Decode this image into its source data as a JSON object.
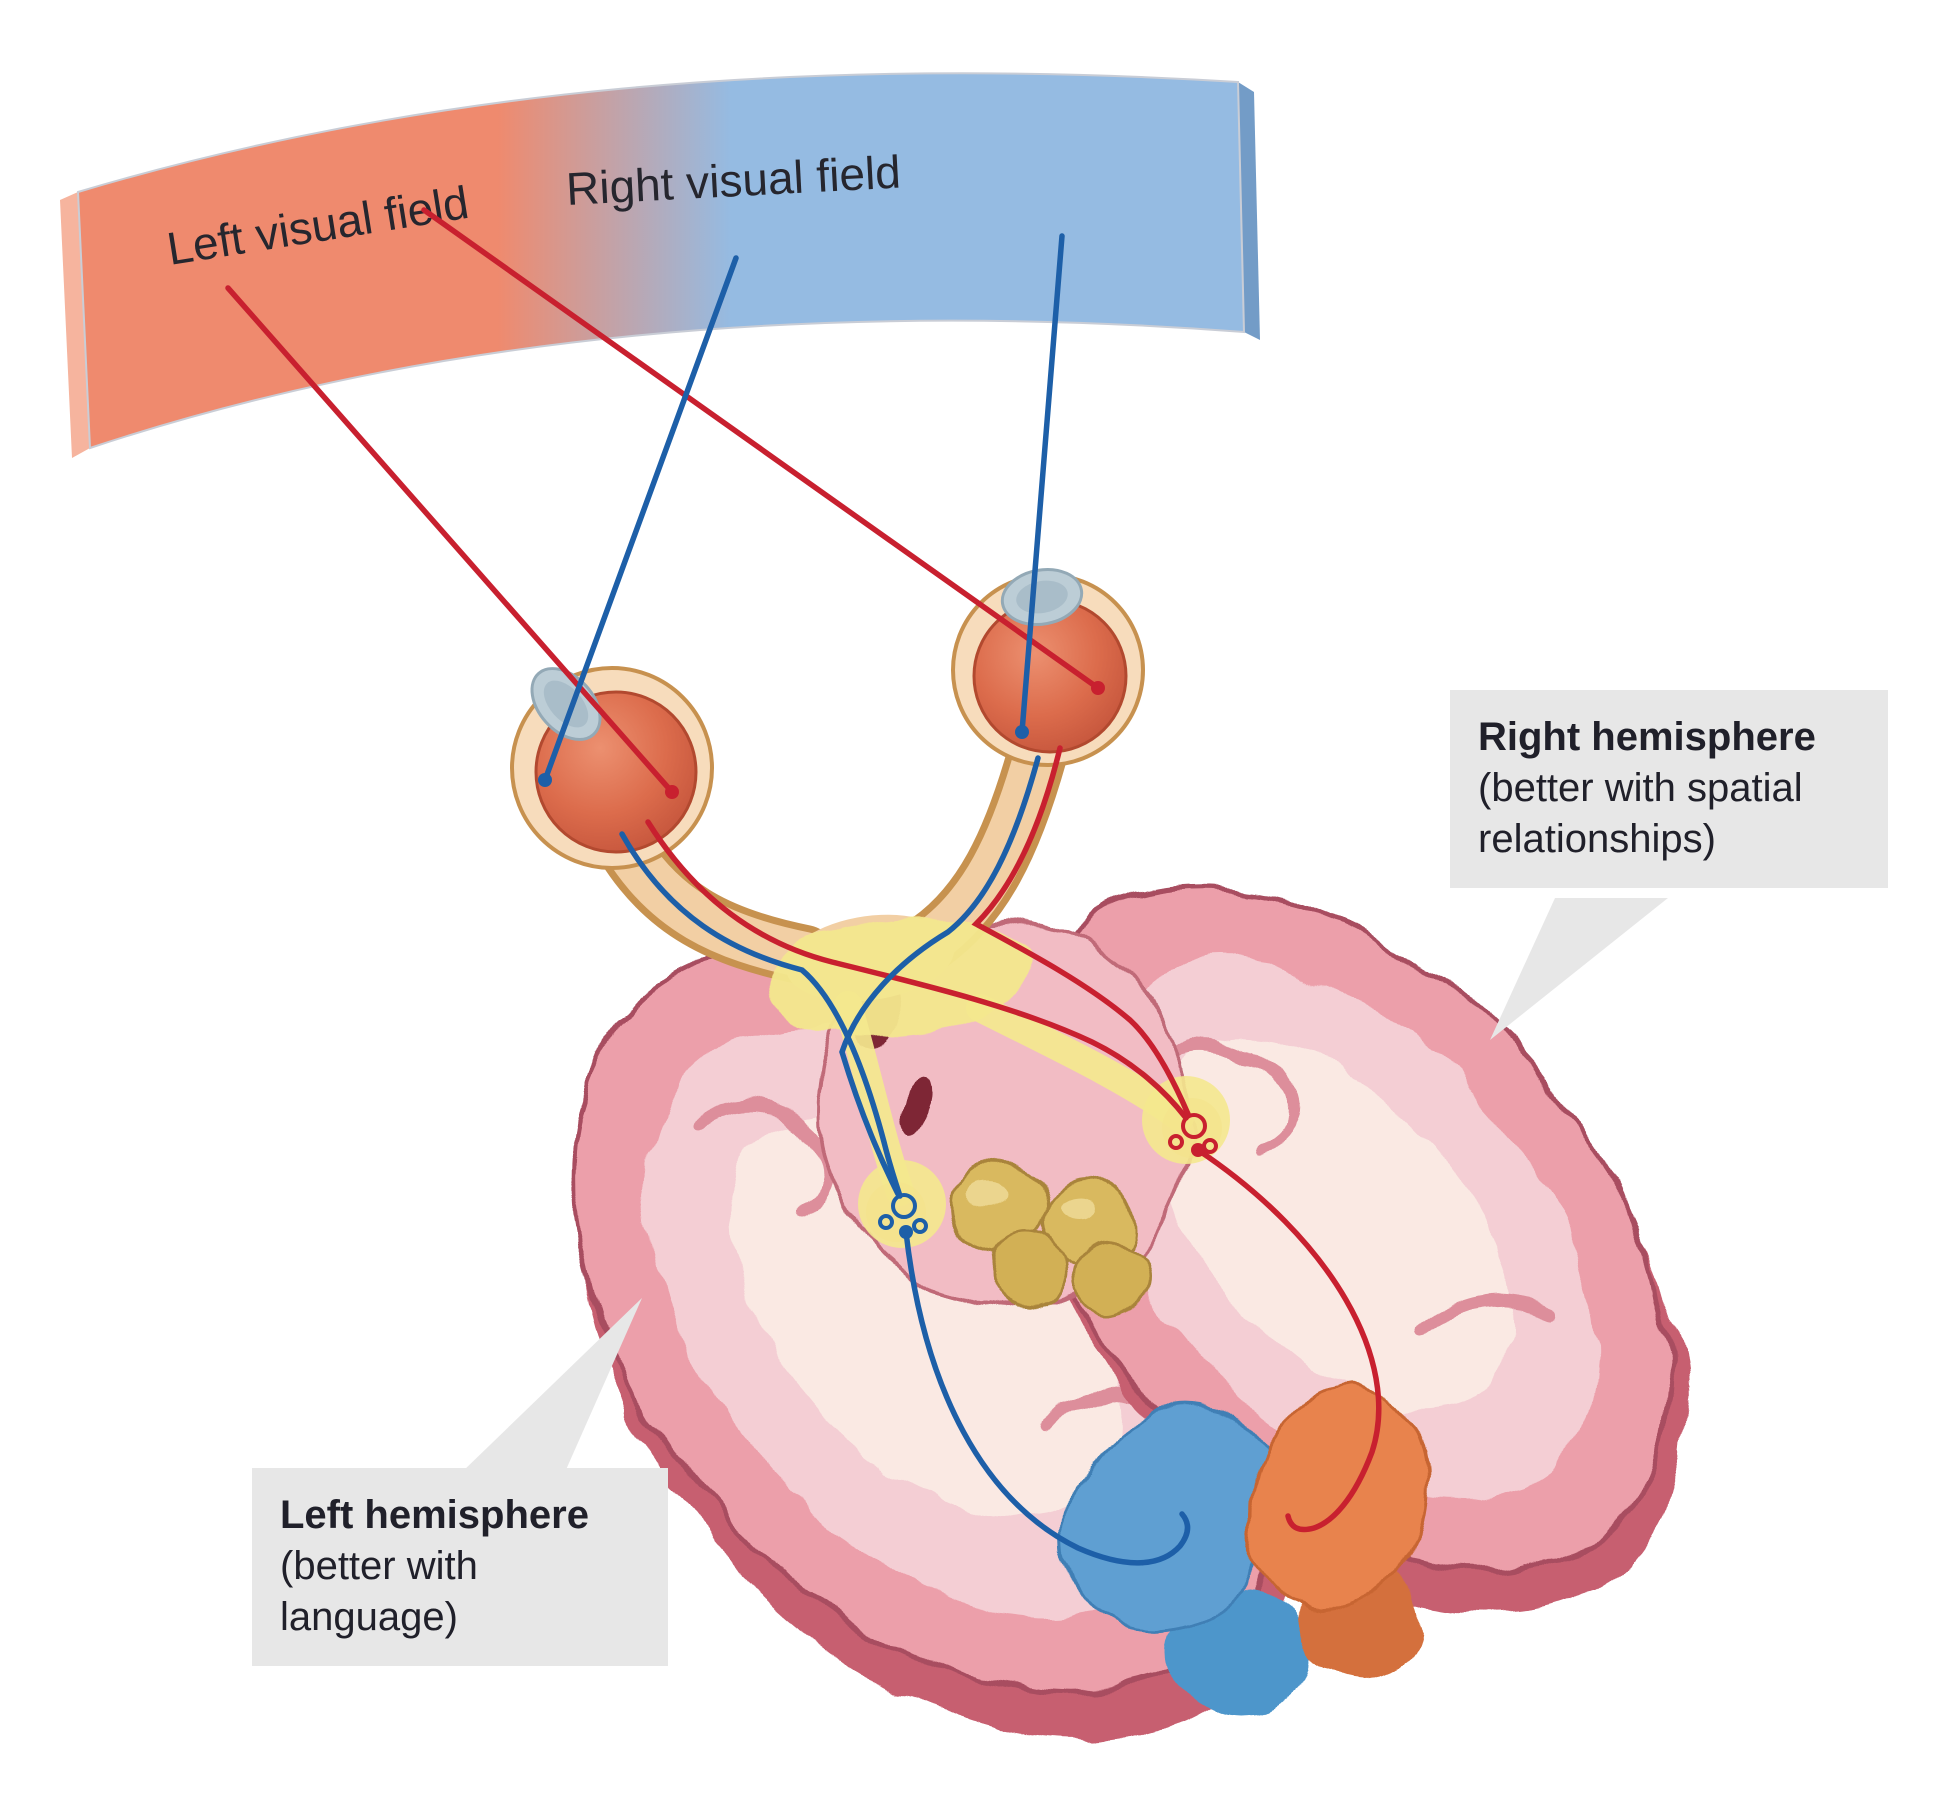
{
  "labels": {
    "left_visual_field": "Left visual field",
    "right_visual_field": "Right visual field"
  },
  "callouts": {
    "right": {
      "title": "Right hemisphere",
      "subtitle": "(better with spatial relationships)"
    },
    "left": {
      "title": "Left hemisphere",
      "subtitle": "(better with language)"
    }
  },
  "colors": {
    "left_field": "#EF8A6E",
    "right_field": "#95BBE2",
    "red_pathway": "#C8202F",
    "blue_pathway": "#1D5FA8",
    "left_occipital_patch": "#5E9FD2",
    "right_occipital_patch": "#E8834E",
    "callout_bg": "#E7E7E7"
  }
}
